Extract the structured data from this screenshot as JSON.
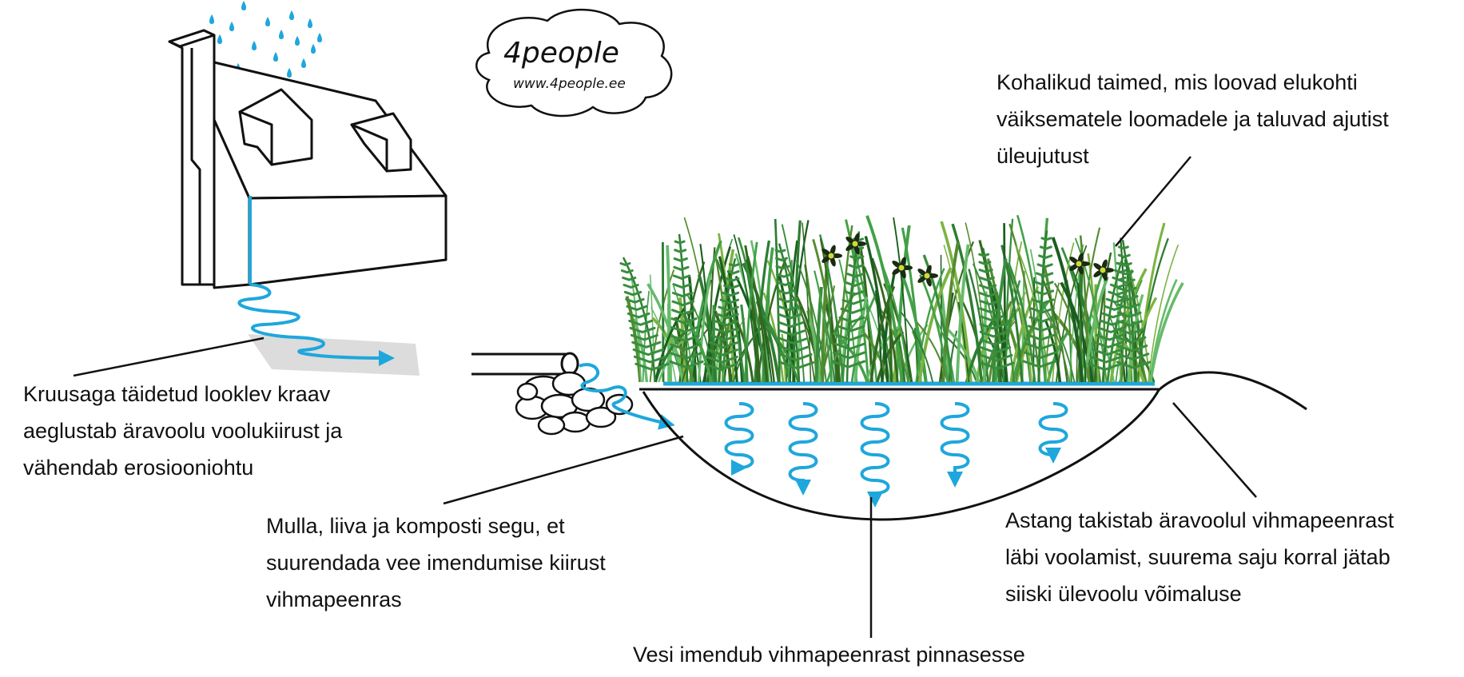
{
  "logo": {
    "brand": "4people",
    "url": "www.4people.ee"
  },
  "labels": {
    "plants": "Kohalikud taimed, mis loovad elukohti\nväiksematele loomadele ja taluvad ajutist\nüleujutust",
    "gravel_ditch": "Kruusaga täidetud looklev kraav\naeglustab äravoolu voolukiirust ja\nvähendab erosiooniohtu",
    "soil_mix": "Mulla, liiva ja komposti segu, et\nsuurendada vee imendumise kiirust\nvihmapeenras",
    "berm": "Astang takistab äravoolul vihmapeenrast\nläbi voolamist, suurema saju korral jätab\nsiiski ülevoolu võimaluse",
    "infiltration": "Vesi imendub vihmapeenrast pinnasesse"
  },
  "colors": {
    "water": "#1ea7dc",
    "outline": "#111111",
    "plant_dark": "#2e7d32",
    "plant_light": "#7ed957",
    "gravel_shadow": "#d9d9d9"
  },
  "icons": [
    "rain-drops-icon",
    "house-icon",
    "downspout-icon",
    "pipe-icon",
    "rocks-icon",
    "plants-icon",
    "flower-icon",
    "arrow-down-icon"
  ]
}
